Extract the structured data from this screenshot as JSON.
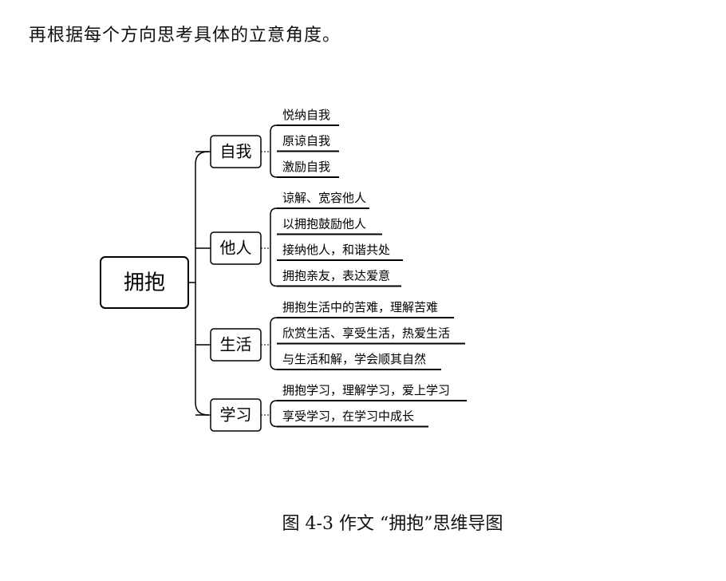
{
  "intro_text": "再根据每个方向思考具体的立意角度。",
  "caption": "图 4-3 作文 “拥抱”思维导图",
  "root": "拥抱",
  "branches": [
    {
      "label": "自我",
      "leaves": [
        "悦纳自我",
        "原谅自我",
        "激励自我"
      ]
    },
    {
      "label": "他人",
      "leaves": [
        "谅解、宽容他人",
        "以拥抱鼓励他人",
        "接纳他人，和谐共处",
        "拥抱亲友，表达爱意"
      ]
    },
    {
      "label": "生活",
      "leaves": [
        "拥抱生活中的苦难，理解苦难",
        "欣赏生活、享受生活，热爱生活",
        "与生活和解，学会顺其自然"
      ]
    },
    {
      "label": "学习",
      "leaves": [
        "拥抱学习，理解学习，爱上学习",
        "享受学习，在学习中成长"
      ]
    }
  ]
}
